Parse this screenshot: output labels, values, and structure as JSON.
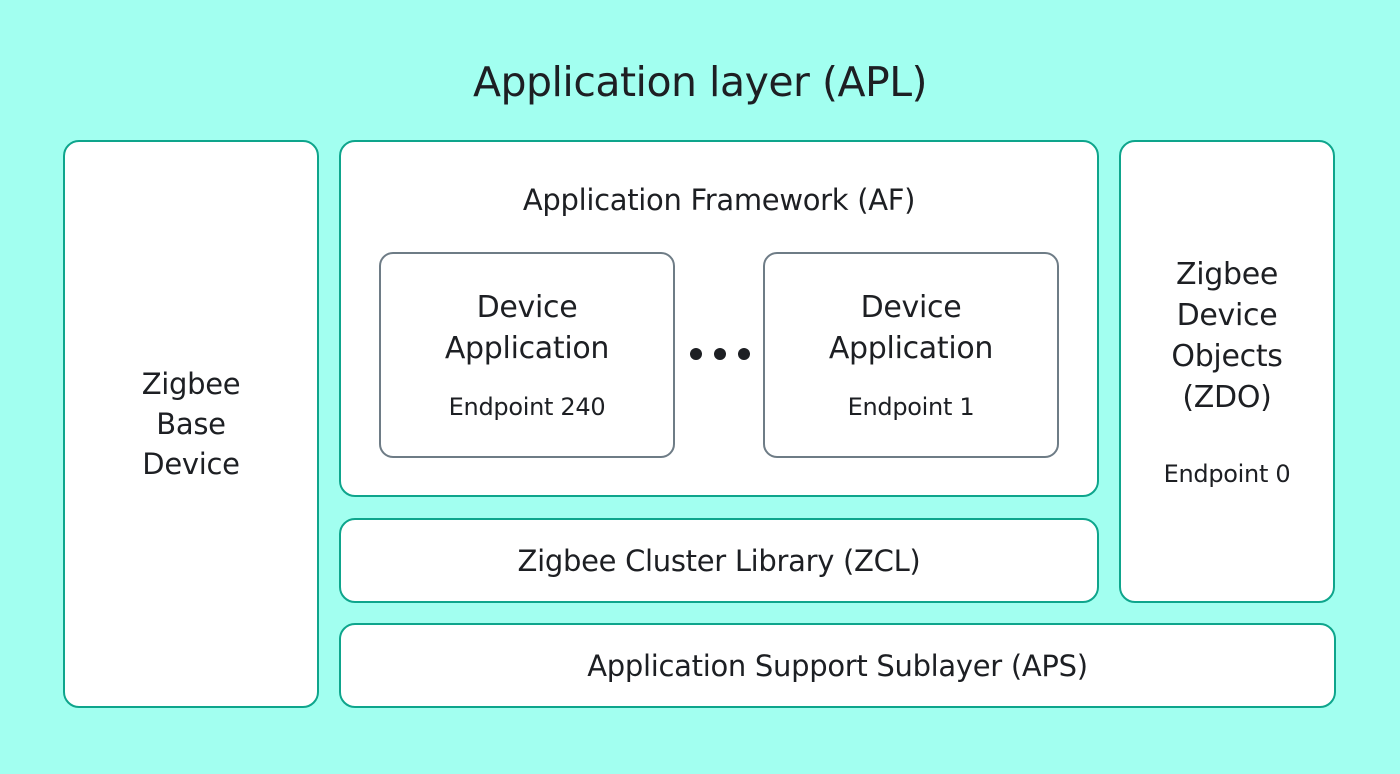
{
  "diagram": {
    "title": "Application layer (APL)",
    "zigbee_base_device": {
      "lines": [
        "Zigbee",
        "Base",
        "Device"
      ]
    },
    "application_framework": {
      "title": "Application Framework (AF)",
      "device_applications": [
        {
          "lines": [
            "Device",
            "Application"
          ],
          "endpoint": "Endpoint 240"
        },
        {
          "lines": [
            "Device",
            "Application"
          ],
          "endpoint": "Endpoint 1"
        }
      ],
      "ellipsis_icon": "ellipsis-horizontal"
    },
    "zdo": {
      "lines": [
        "Zigbee",
        "Device",
        "Objects",
        "(ZDO)"
      ],
      "endpoint": "Endpoint 0"
    },
    "zcl": {
      "label": "Zigbee Cluster Library (ZCL)"
    },
    "aps": {
      "label": "Application Support Sublayer (APS)"
    },
    "colors": {
      "background": "#a2fff0",
      "box_border": "#0ea58c",
      "inner_box_border": "#6e7c86",
      "box_fill": "#ffffff",
      "text": "#1d1f23"
    }
  }
}
